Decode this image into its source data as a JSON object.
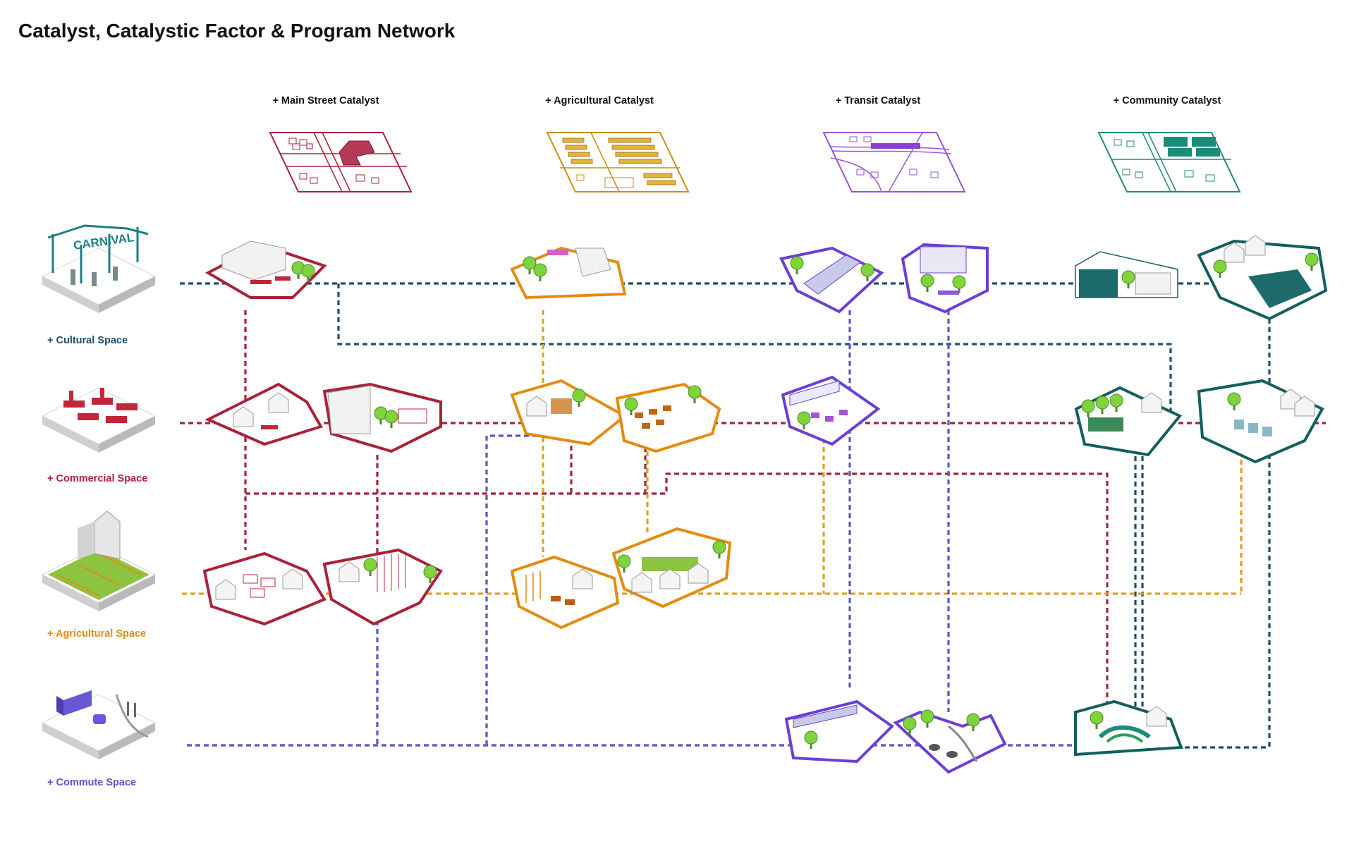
{
  "title": "Catalyst, Catalystic Factor & Program Network",
  "catalysts": [
    {
      "label": "+ Main Street Catalyst",
      "color": "#a8223a"
    },
    {
      "label": "+ Agricultural Catalyst",
      "color": "#d39a12"
    },
    {
      "label": "+ Transit Catalyst",
      "color": "#8a3fcf"
    },
    {
      "label": "+ Community Catalyst",
      "color": "#1e8a7a"
    }
  ],
  "spaces": [
    {
      "label": "+ Cultural Space",
      "color": "#1f4e6e"
    },
    {
      "label": "+ Commercial Space",
      "color": "#a8223a"
    },
    {
      "label": "+ Agricultural Space",
      "color": "#e38b12"
    },
    {
      "label": "+ Commute Space",
      "color": "#5a55c8"
    }
  ],
  "icon_words": {
    "carnival": "CARNIVAL"
  },
  "colors": {
    "cultural_line": "#1f4e6e",
    "commercial_line": "#a8223a",
    "agricultural_line": "#e0a020",
    "commute_line": "#5a55c8",
    "main_street": "#a8223a",
    "agricultural": "#e38b12",
    "transit": "#6a3fd4",
    "community": "#145e5e",
    "green": "#7fd43c"
  }
}
